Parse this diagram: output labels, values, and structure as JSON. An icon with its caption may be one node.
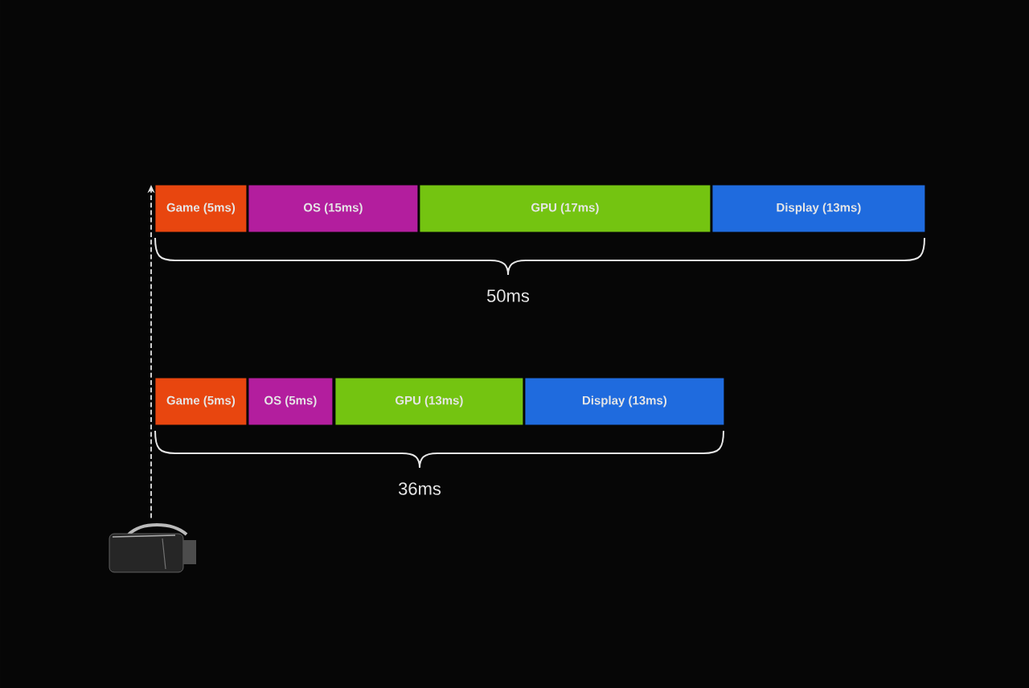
{
  "diagram": {
    "nodes": [
      {
        "text": [
          "Game (5ms)"
        ]
      },
      {
        "text": [
          "OS (15ms)"
        ]
      },
      {
        "text": [
          "GPU (17ms)"
        ]
      },
      {
        "text": [
          "Display (13ms)"
        ]
      },
      {
        "text": [
          "Game (5ms)"
        ]
      },
      {
        "text": [
          "OS (5ms)"
        ]
      },
      {
        "text": [
          "GPU (13ms)"
        ]
      },
      {
        "text": [
          "Display (13ms)"
        ]
      },
      {
        "text": [],
        "shape": "picture"
      }
    ],
    "edges": [
      {
        "from": 8,
        "to": 0,
        "arrow": "to",
        "style": "dashed"
      }
    ],
    "labels": [
      "50ms",
      "36ms"
    ]
  }
}
